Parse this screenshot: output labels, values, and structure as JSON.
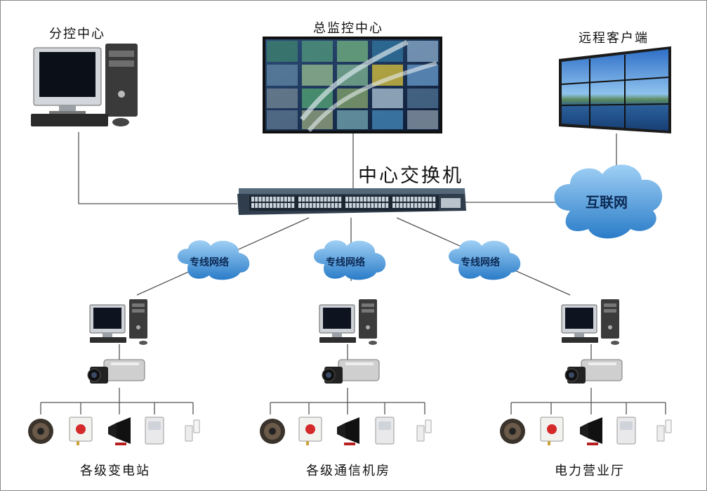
{
  "top": {
    "branch_center": "分控中心",
    "main_center": "总监控中心",
    "remote_client": "远程客户端"
  },
  "core_switch": "中心交换机",
  "internet": "互联网",
  "private_network": [
    "专线网络",
    "专线网络",
    "专线网络"
  ],
  "sites": [
    "各级变电站",
    "各级通信机房",
    "电力营业厅"
  ],
  "colors": {
    "cloud": "#3d8fd6",
    "line": "#555555",
    "switch": "#3a4a5a"
  }
}
